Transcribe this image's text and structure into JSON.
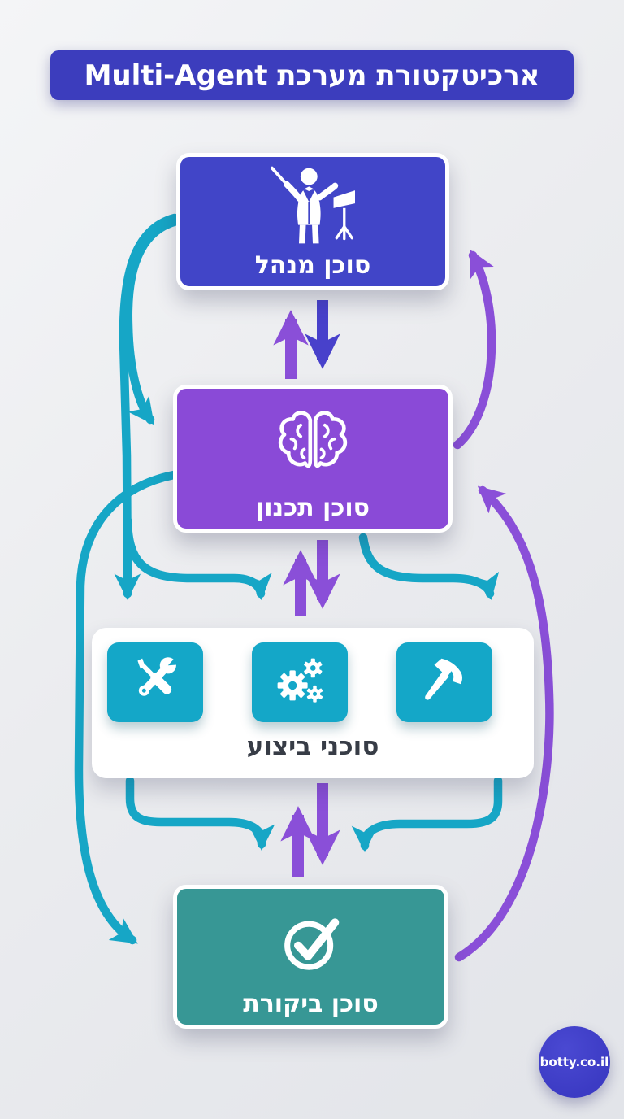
{
  "banner": {
    "title": "ארכיטקטורת מערכת Multi-Agent"
  },
  "nodes": {
    "manager": {
      "label": "סוכן מנהל",
      "icon": "conductor-icon"
    },
    "planner": {
      "label": "סוכן תכנון",
      "icon": "brain-icon"
    },
    "executors": {
      "label": "סוכני ביצוע",
      "tiles": [
        {
          "icon": "tools-icon"
        },
        {
          "icon": "gears-icon"
        },
        {
          "icon": "hammer-icon"
        }
      ]
    },
    "reviewer": {
      "label": "סוכן ביקורת",
      "icon": "check-circle-icon"
    }
  },
  "edges": [
    {
      "id": "manager-to-planner-down",
      "color": "indigo",
      "type": "straight"
    },
    {
      "id": "planner-to-manager-up",
      "color": "purple",
      "type": "straight"
    },
    {
      "id": "planner-to-executors-down",
      "color": "purple",
      "type": "straight"
    },
    {
      "id": "executors-to-planner-up",
      "color": "purple",
      "type": "straight"
    },
    {
      "id": "executors-to-reviewer-down",
      "color": "purple",
      "type": "straight"
    },
    {
      "id": "reviewer-to-executors-up",
      "color": "purple",
      "type": "straight"
    },
    {
      "id": "manager-to-planner-left-curve",
      "color": "teal",
      "type": "curve"
    },
    {
      "id": "manager-to-executors-left-line",
      "color": "teal",
      "type": "curve"
    },
    {
      "id": "planner-to-executors-left-curve",
      "color": "teal",
      "type": "curve"
    },
    {
      "id": "planner-to-executors-right-curve",
      "color": "teal",
      "type": "curve"
    },
    {
      "id": "planner-to-reviewer-far-left-curve",
      "color": "teal",
      "type": "curve"
    },
    {
      "id": "executors-to-reviewer-left-curve",
      "color": "teal",
      "type": "curve"
    },
    {
      "id": "executors-to-reviewer-right-curve",
      "color": "teal",
      "type": "curve"
    },
    {
      "id": "planner-to-manager-right-arc",
      "color": "purple",
      "type": "curve"
    },
    {
      "id": "reviewer-to-planner-right-arc",
      "color": "purple",
      "type": "curve"
    },
    {
      "id": "executor-tiles-left-bidirectional",
      "color": "teal",
      "type": "double"
    },
    {
      "id": "executor-tiles-right-bidirectional",
      "color": "teal",
      "type": "double"
    }
  ],
  "colors": {
    "banner": "#3c3dbd",
    "manager": "#4145c8",
    "planner": "#8a4ad7",
    "tile": "#14a7c8",
    "reviewer": "#379795",
    "teal": "#16a6c6",
    "purple": "#8a4fd8",
    "indigo": "#4841cb",
    "ink": "#373c46",
    "watermark": "#3c3bc4"
  },
  "watermark": {
    "label": "botty.co.il"
  }
}
